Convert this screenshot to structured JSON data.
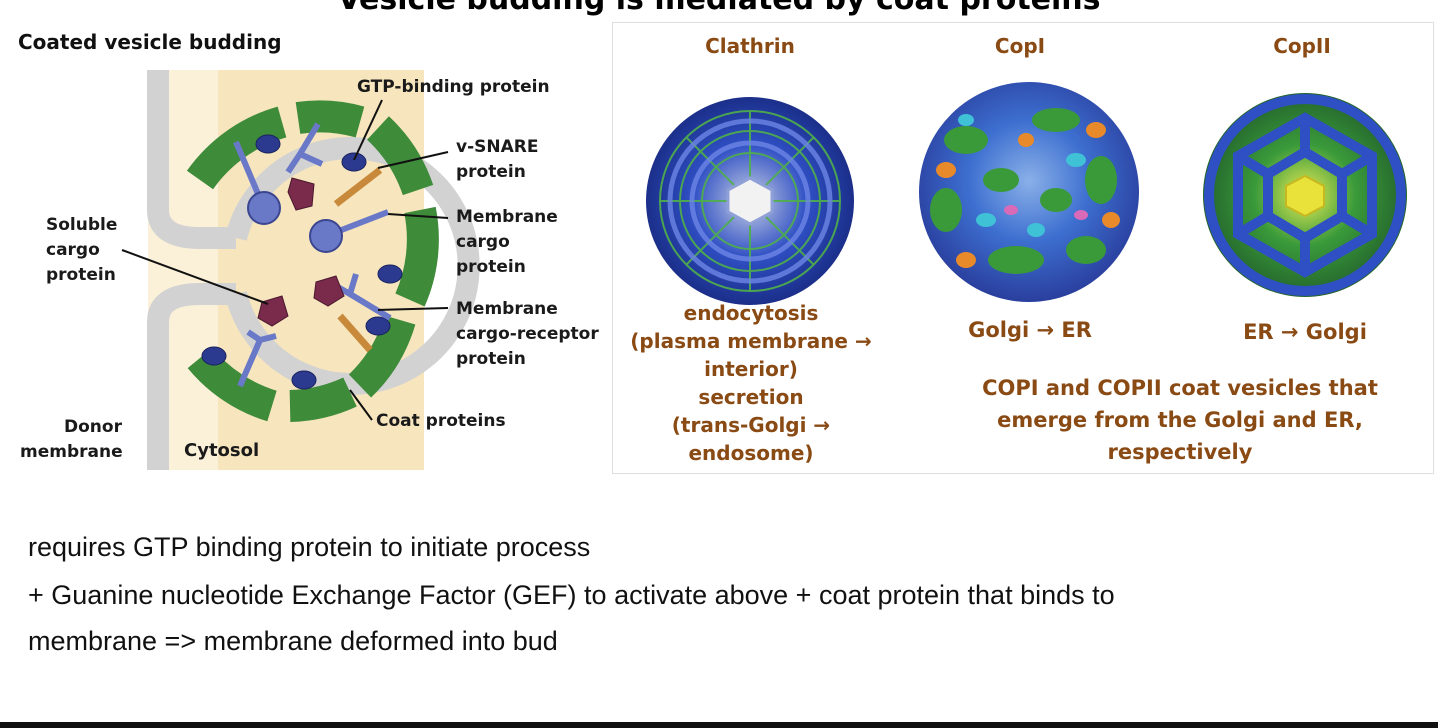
{
  "slide": {
    "title": "Vesicle budding is mediated by coat proteins",
    "text_lines": [
      "requires GTP binding protein to initiate process",
      "+ Guanine nucleotide Exchange Factor (GEF) to activate above + coat protein that binds to",
      "membrane => membrane deformed into bud"
    ]
  },
  "diagram": {
    "title": "Coated vesicle budding",
    "labels": {
      "gtp": "GTP-binding protein",
      "vsnare_1": "v-SNARE",
      "vsnare_2": "protein",
      "mcargo_1": "Membrane",
      "mcargo_2": "cargo",
      "mcargo_3": "protein",
      "receptor_1": "Membrane",
      "receptor_2": "cargo-receptor",
      "receptor_3": "protein",
      "soluble_1": "Soluble",
      "soluble_2": "cargo",
      "soluble_3": "protein",
      "coat": "Coat proteins",
      "donor_1": "Donor",
      "donor_2": "membrane",
      "cytosol": "Cytosol"
    },
    "colors": {
      "coat": "#3e8b3a",
      "membrane": "#d2d2d2",
      "cytosol": "#f6e5bd",
      "protein": "#6a78c8",
      "cargo": "#7a2a4a",
      "snare": "#c8893a"
    }
  },
  "coats": [
    {
      "name": "Clathrin",
      "caption_lines": [
        "endocytosis",
        "(plasma membrane →",
        "interior)",
        "secretion",
        "(trans-Golgi →",
        "endosome)"
      ]
    },
    {
      "name": "CopI",
      "caption_lines": [
        "Golgi → ER"
      ]
    },
    {
      "name": "CopII",
      "caption_lines": [
        "ER → Golgi"
      ]
    }
  ],
  "shared_caption_lines": [
    "COPI and COPII coat vesicles that",
    "emerge from the Golgi and ER,",
    "respectively"
  ],
  "accent_colors": {
    "caption": "#8a4a14",
    "sphere_blue": "#2f4fc4",
    "sphere_green": "#3a9a3a"
  }
}
